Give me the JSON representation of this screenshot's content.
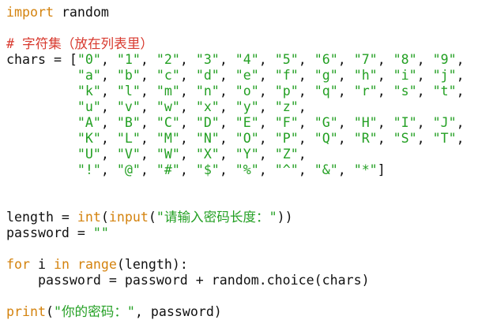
{
  "colors": {
    "keyword": "#d4830f",
    "builtin": "#d4830f",
    "string": "#24a024",
    "comment": "#d83a2f",
    "text": "#111111",
    "background": "#ffffff"
  },
  "code": {
    "lines": [
      [
        {
          "t": "import",
          "c": "keyword"
        },
        {
          "t": " random",
          "c": "text"
        }
      ],
      [],
      [
        {
          "t": "# 字符集（放在列表里）",
          "c": "comment"
        }
      ],
      [
        {
          "t": "chars = [",
          "c": "text"
        },
        {
          "t": "\"0\"",
          "c": "string"
        },
        {
          "t": ", ",
          "c": "text"
        },
        {
          "t": "\"1\"",
          "c": "string"
        },
        {
          "t": ", ",
          "c": "text"
        },
        {
          "t": "\"2\"",
          "c": "string"
        },
        {
          "t": ", ",
          "c": "text"
        },
        {
          "t": "\"3\"",
          "c": "string"
        },
        {
          "t": ", ",
          "c": "text"
        },
        {
          "t": "\"4\"",
          "c": "string"
        },
        {
          "t": ", ",
          "c": "text"
        },
        {
          "t": "\"5\"",
          "c": "string"
        },
        {
          "t": ", ",
          "c": "text"
        },
        {
          "t": "\"6\"",
          "c": "string"
        },
        {
          "t": ", ",
          "c": "text"
        },
        {
          "t": "\"7\"",
          "c": "string"
        },
        {
          "t": ", ",
          "c": "text"
        },
        {
          "t": "\"8\"",
          "c": "string"
        },
        {
          "t": ", ",
          "c": "text"
        },
        {
          "t": "\"9\"",
          "c": "string"
        },
        {
          "t": ",",
          "c": "text"
        }
      ],
      [
        {
          "t": "         ",
          "c": "text"
        },
        {
          "t": "\"a\"",
          "c": "string"
        },
        {
          "t": ", ",
          "c": "text"
        },
        {
          "t": "\"b\"",
          "c": "string"
        },
        {
          "t": ", ",
          "c": "text"
        },
        {
          "t": "\"c\"",
          "c": "string"
        },
        {
          "t": ", ",
          "c": "text"
        },
        {
          "t": "\"d\"",
          "c": "string"
        },
        {
          "t": ", ",
          "c": "text"
        },
        {
          "t": "\"e\"",
          "c": "string"
        },
        {
          "t": ", ",
          "c": "text"
        },
        {
          "t": "\"f\"",
          "c": "string"
        },
        {
          "t": ", ",
          "c": "text"
        },
        {
          "t": "\"g\"",
          "c": "string"
        },
        {
          "t": ", ",
          "c": "text"
        },
        {
          "t": "\"h\"",
          "c": "string"
        },
        {
          "t": ", ",
          "c": "text"
        },
        {
          "t": "\"i\"",
          "c": "string"
        },
        {
          "t": ", ",
          "c": "text"
        },
        {
          "t": "\"j\"",
          "c": "string"
        },
        {
          "t": ",",
          "c": "text"
        }
      ],
      [
        {
          "t": "         ",
          "c": "text"
        },
        {
          "t": "\"k\"",
          "c": "string"
        },
        {
          "t": ", ",
          "c": "text"
        },
        {
          "t": "\"l\"",
          "c": "string"
        },
        {
          "t": ", ",
          "c": "text"
        },
        {
          "t": "\"m\"",
          "c": "string"
        },
        {
          "t": ", ",
          "c": "text"
        },
        {
          "t": "\"n\"",
          "c": "string"
        },
        {
          "t": ", ",
          "c": "text"
        },
        {
          "t": "\"o\"",
          "c": "string"
        },
        {
          "t": ", ",
          "c": "text"
        },
        {
          "t": "\"p\"",
          "c": "string"
        },
        {
          "t": ", ",
          "c": "text"
        },
        {
          "t": "\"q\"",
          "c": "string"
        },
        {
          "t": ", ",
          "c": "text"
        },
        {
          "t": "\"r\"",
          "c": "string"
        },
        {
          "t": ", ",
          "c": "text"
        },
        {
          "t": "\"s\"",
          "c": "string"
        },
        {
          "t": ", ",
          "c": "text"
        },
        {
          "t": "\"t\"",
          "c": "string"
        },
        {
          "t": ",",
          "c": "text"
        }
      ],
      [
        {
          "t": "         ",
          "c": "text"
        },
        {
          "t": "\"u\"",
          "c": "string"
        },
        {
          "t": ", ",
          "c": "text"
        },
        {
          "t": "\"v\"",
          "c": "string"
        },
        {
          "t": ", ",
          "c": "text"
        },
        {
          "t": "\"w\"",
          "c": "string"
        },
        {
          "t": ", ",
          "c": "text"
        },
        {
          "t": "\"x\"",
          "c": "string"
        },
        {
          "t": ", ",
          "c": "text"
        },
        {
          "t": "\"y\"",
          "c": "string"
        },
        {
          "t": ", ",
          "c": "text"
        },
        {
          "t": "\"z\"",
          "c": "string"
        },
        {
          "t": ",",
          "c": "text"
        }
      ],
      [
        {
          "t": "         ",
          "c": "text"
        },
        {
          "t": "\"A\"",
          "c": "string"
        },
        {
          "t": ", ",
          "c": "text"
        },
        {
          "t": "\"B\"",
          "c": "string"
        },
        {
          "t": ", ",
          "c": "text"
        },
        {
          "t": "\"C\"",
          "c": "string"
        },
        {
          "t": ", ",
          "c": "text"
        },
        {
          "t": "\"D\"",
          "c": "string"
        },
        {
          "t": ", ",
          "c": "text"
        },
        {
          "t": "\"E\"",
          "c": "string"
        },
        {
          "t": ", ",
          "c": "text"
        },
        {
          "t": "\"F\"",
          "c": "string"
        },
        {
          "t": ", ",
          "c": "text"
        },
        {
          "t": "\"G\"",
          "c": "string"
        },
        {
          "t": ", ",
          "c": "text"
        },
        {
          "t": "\"H\"",
          "c": "string"
        },
        {
          "t": ", ",
          "c": "text"
        },
        {
          "t": "\"I\"",
          "c": "string"
        },
        {
          "t": ", ",
          "c": "text"
        },
        {
          "t": "\"J\"",
          "c": "string"
        },
        {
          "t": ",",
          "c": "text"
        }
      ],
      [
        {
          "t": "         ",
          "c": "text"
        },
        {
          "t": "\"K\"",
          "c": "string"
        },
        {
          "t": ", ",
          "c": "text"
        },
        {
          "t": "\"L\"",
          "c": "string"
        },
        {
          "t": ", ",
          "c": "text"
        },
        {
          "t": "\"M\"",
          "c": "string"
        },
        {
          "t": ", ",
          "c": "text"
        },
        {
          "t": "\"N\"",
          "c": "string"
        },
        {
          "t": ", ",
          "c": "text"
        },
        {
          "t": "\"O\"",
          "c": "string"
        },
        {
          "t": ", ",
          "c": "text"
        },
        {
          "t": "\"P\"",
          "c": "string"
        },
        {
          "t": ", ",
          "c": "text"
        },
        {
          "t": "\"Q\"",
          "c": "string"
        },
        {
          "t": ", ",
          "c": "text"
        },
        {
          "t": "\"R\"",
          "c": "string"
        },
        {
          "t": ", ",
          "c": "text"
        },
        {
          "t": "\"S\"",
          "c": "string"
        },
        {
          "t": ", ",
          "c": "text"
        },
        {
          "t": "\"T\"",
          "c": "string"
        },
        {
          "t": ",",
          "c": "text"
        }
      ],
      [
        {
          "t": "         ",
          "c": "text"
        },
        {
          "t": "\"U\"",
          "c": "string"
        },
        {
          "t": ", ",
          "c": "text"
        },
        {
          "t": "\"V\"",
          "c": "string"
        },
        {
          "t": ", ",
          "c": "text"
        },
        {
          "t": "\"W\"",
          "c": "string"
        },
        {
          "t": ", ",
          "c": "text"
        },
        {
          "t": "\"X\"",
          "c": "string"
        },
        {
          "t": ", ",
          "c": "text"
        },
        {
          "t": "\"Y\"",
          "c": "string"
        },
        {
          "t": ", ",
          "c": "text"
        },
        {
          "t": "\"Z\"",
          "c": "string"
        },
        {
          "t": ",",
          "c": "text"
        }
      ],
      [
        {
          "t": "         ",
          "c": "text"
        },
        {
          "t": "\"!\"",
          "c": "string"
        },
        {
          "t": ", ",
          "c": "text"
        },
        {
          "t": "\"@\"",
          "c": "string"
        },
        {
          "t": ", ",
          "c": "text"
        },
        {
          "t": "\"#\"",
          "c": "string"
        },
        {
          "t": ", ",
          "c": "text"
        },
        {
          "t": "\"$\"",
          "c": "string"
        },
        {
          "t": ", ",
          "c": "text"
        },
        {
          "t": "\"%\"",
          "c": "string"
        },
        {
          "t": ", ",
          "c": "text"
        },
        {
          "t": "\"^\"",
          "c": "string"
        },
        {
          "t": ", ",
          "c": "text"
        },
        {
          "t": "\"&\"",
          "c": "string"
        },
        {
          "t": ", ",
          "c": "text"
        },
        {
          "t": "\"*\"",
          "c": "string"
        },
        {
          "t": "]",
          "c": "text"
        }
      ],
      [],
      [],
      [
        {
          "t": "length = ",
          "c": "text"
        },
        {
          "t": "int",
          "c": "builtin"
        },
        {
          "t": "(",
          "c": "text"
        },
        {
          "t": "input",
          "c": "builtin"
        },
        {
          "t": "(",
          "c": "text"
        },
        {
          "t": "\"请输入密码长度：\"",
          "c": "string"
        },
        {
          "t": "))",
          "c": "text"
        }
      ],
      [
        {
          "t": "password = ",
          "c": "text"
        },
        {
          "t": "\"\"",
          "c": "string"
        }
      ],
      [],
      [
        {
          "t": "for",
          "c": "keyword"
        },
        {
          "t": " i ",
          "c": "text"
        },
        {
          "t": "in",
          "c": "keyword"
        },
        {
          "t": " ",
          "c": "text"
        },
        {
          "t": "range",
          "c": "builtin"
        },
        {
          "t": "(length):",
          "c": "text"
        }
      ],
      [
        {
          "t": "    password = password + random.choice(chars)",
          "c": "text"
        }
      ],
      [],
      [
        {
          "t": "print",
          "c": "builtin"
        },
        {
          "t": "(",
          "c": "text"
        },
        {
          "t": "\"你的密码：\"",
          "c": "string"
        },
        {
          "t": ", password)",
          "c": "text"
        }
      ]
    ]
  }
}
